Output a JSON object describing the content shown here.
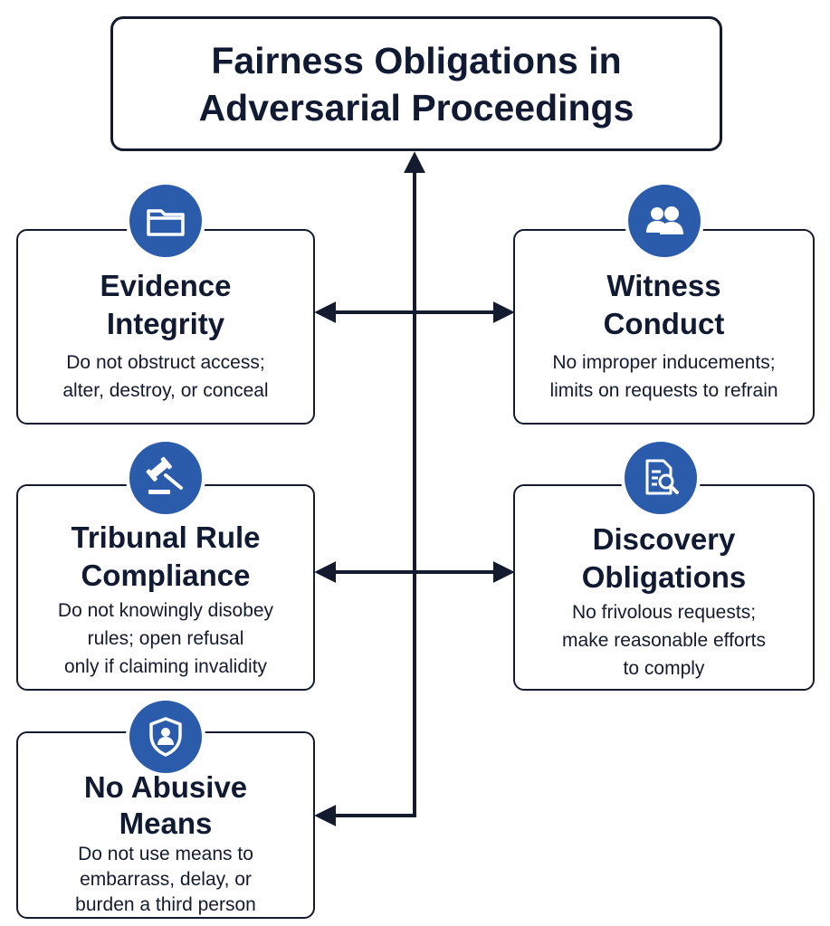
{
  "title": {
    "line1": "Fairness Obligations in",
    "line2": "Adversarial Proceedings"
  },
  "cards": {
    "evidence": {
      "title1": "Evidence",
      "title2": "Integrity",
      "desc1": "Do not obstruct access;",
      "desc2": "alter, destroy, or conceal",
      "icon": "folder-icon"
    },
    "witness": {
      "title1": "Witness",
      "title2": "Conduct",
      "desc1": "No improper inducements;",
      "desc2": "limits on requests to refrain",
      "icon": "users-icon"
    },
    "tribunal": {
      "title1": "Tribunal Rule",
      "title2": "Compliance",
      "desc1": "Do not knowingly disobey",
      "desc2": "rules; open refusal",
      "desc3": "only if claiming invalidity",
      "icon": "gavel-icon"
    },
    "discovery": {
      "title1": "Discovery",
      "title2": "Obligations",
      "desc1": "No frivolous requests;",
      "desc2": "make reasonable efforts",
      "desc3": "to comply",
      "icon": "document-search-icon"
    },
    "abusive": {
      "title1": "No Abusive",
      "title2": "Means",
      "desc1": "Do not use means to",
      "desc2": "embarrass, delay, or",
      "desc3": "burden a third person",
      "icon": "shield-person-icon"
    }
  },
  "colors": {
    "badge": "#2b5cab",
    "line": "#141b2e",
    "text": "#111a33"
  }
}
